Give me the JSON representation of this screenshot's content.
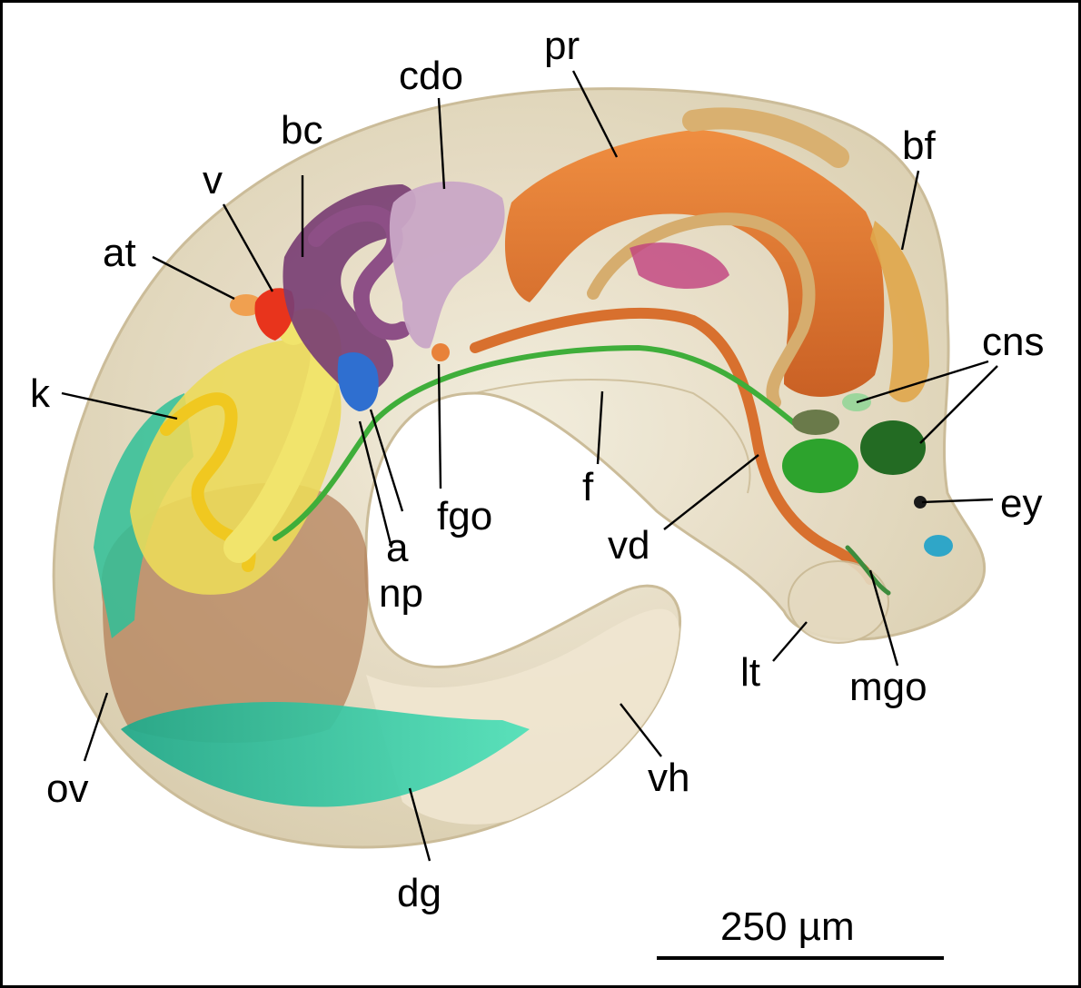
{
  "labels": {
    "pr": "pr",
    "cdo": "cdo",
    "bc": "bc",
    "bf": "bf",
    "v": "v",
    "at": "at",
    "cns": "cns",
    "k": "k",
    "ey": "ey",
    "f": "f",
    "fgo": "fgo",
    "a": "a",
    "vd": "vd",
    "np": "np",
    "lt": "lt",
    "mgo": "mgo",
    "ov": "ov",
    "vh": "vh",
    "dg": "dg"
  },
  "scale_bar": {
    "label": "250 µm"
  },
  "colors": {
    "visceral_hump": "#e8dfc8",
    "prostate": "#e0722a",
    "bursa_copulatrix": "#7a3f74",
    "capsule_gland": "#c9a6c6",
    "digestive_gland": "#2fbf98",
    "kidney": "#e9d95a",
    "heart_ventricle": "#e8341c",
    "cns": "#2a8a2a",
    "vas_deferens": "#d8702e"
  }
}
